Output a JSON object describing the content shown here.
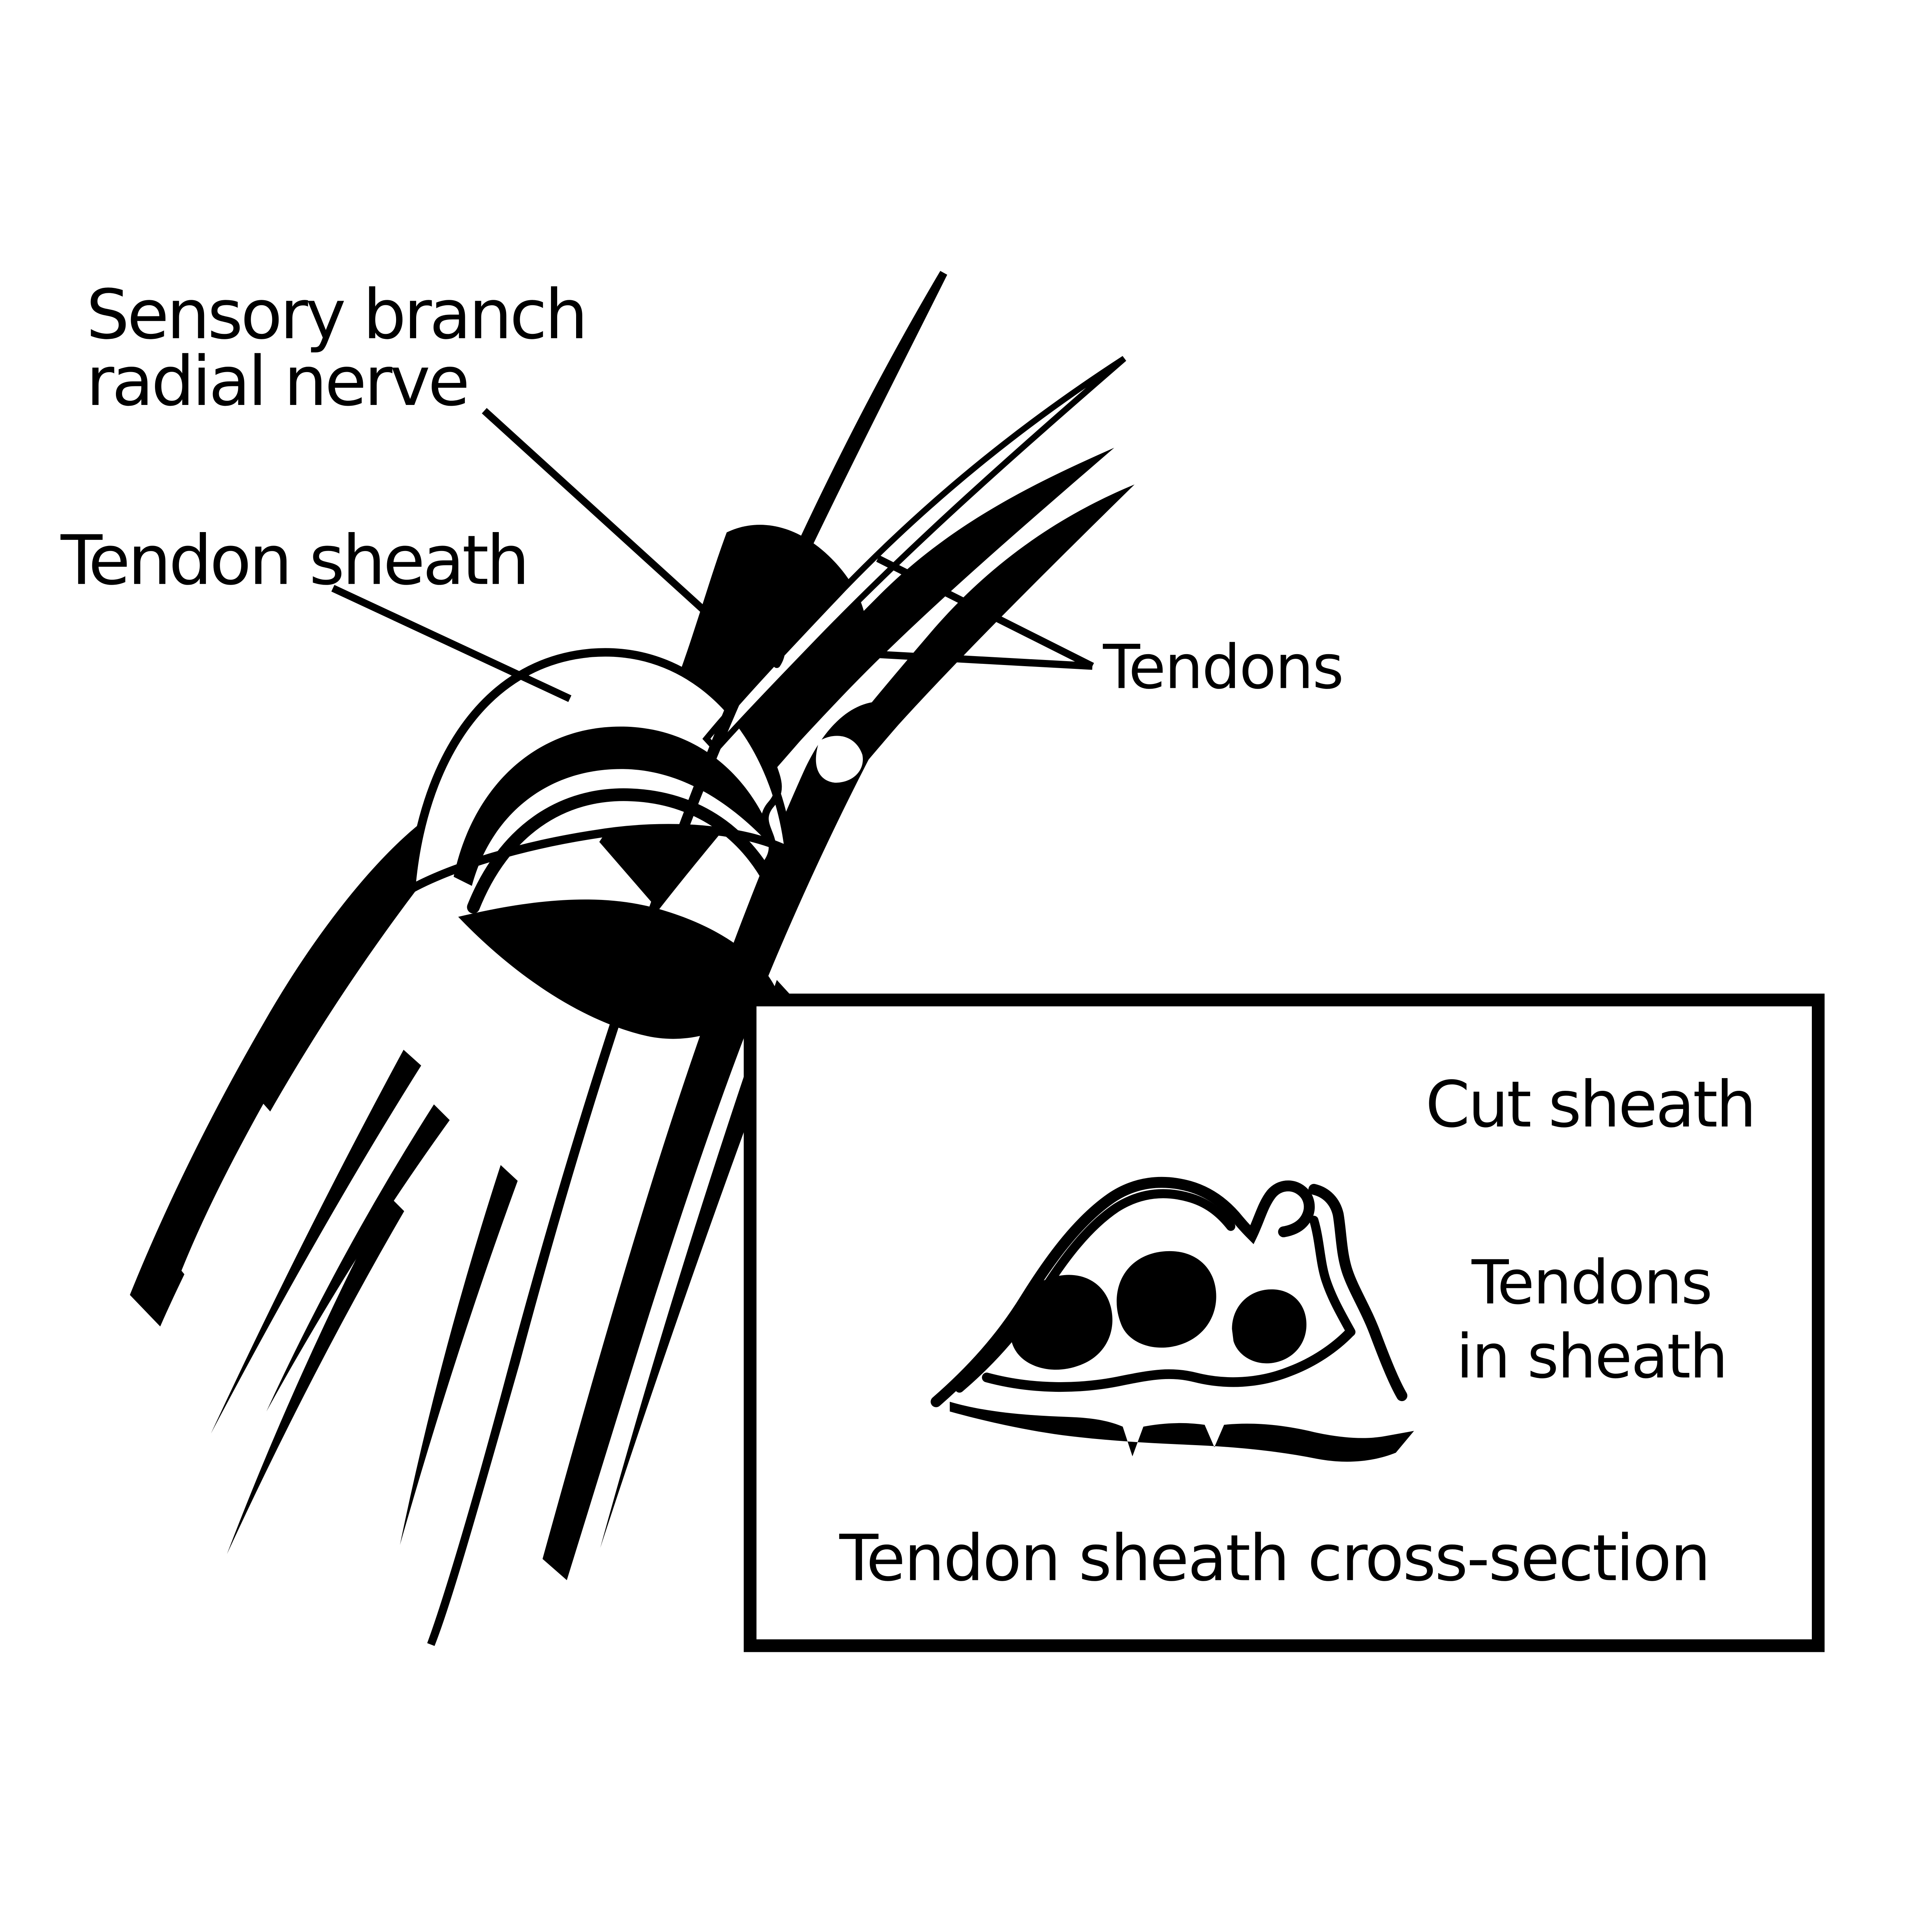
{
  "labels": {
    "sensory_branch": {
      "line1": "Sensory branch",
      "line2": "radial nerve"
    },
    "tendon_sheath": "Tendon sheath",
    "tendons": "Tendons"
  },
  "inset": {
    "cut_sheath": "Cut sheath",
    "tendons_in_sheath": {
      "line1": "Tendons",
      "line2": "in sheath"
    },
    "caption": "Tendon sheath cross-section"
  },
  "colors": {
    "ink": "#000000",
    "background": "#ffffff"
  }
}
